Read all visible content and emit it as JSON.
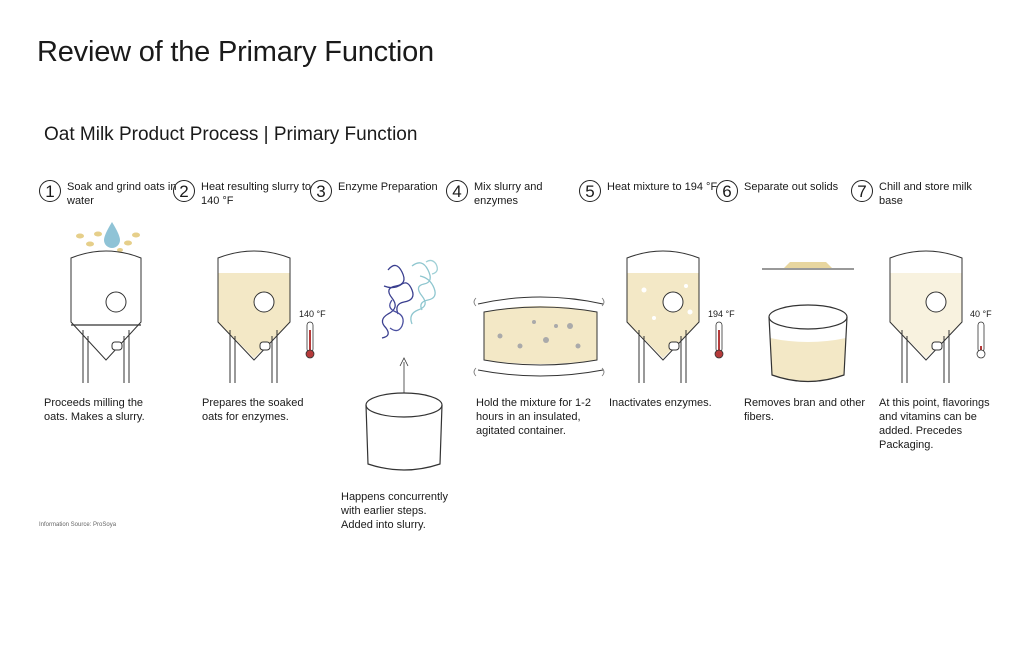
{
  "title": "Review of the Primary Function",
  "subtitle": "Oat Milk Product Process | Primary Function",
  "steps": [
    {
      "num": "1",
      "title": "Soak and grind oats in water",
      "desc": "Proceeds milling the oats. Makes a slurry.",
      "temp": ""
    },
    {
      "num": "2",
      "title": "Heat resulting slurry to 140 °F",
      "desc": "Prepares the soaked oats for enzymes.",
      "temp": "140 °F"
    },
    {
      "num": "3",
      "title": "Enzyme Preparation",
      "desc": "Happens concurrently with earlier steps. Added into slurry.",
      "temp": ""
    },
    {
      "num": "4",
      "title": "Mix slurry and enzymes",
      "desc": "Hold the mixture for 1-2 hours in an insulated, agitated container.",
      "temp": ""
    },
    {
      "num": "5",
      "title": "Heat mixture to 194 °F",
      "desc": "Inactivates enzymes.",
      "temp": "194 °F"
    },
    {
      "num": "6",
      "title": "Separate out solids",
      "desc": "Removes bran and other fibers.",
      "temp": ""
    },
    {
      "num": "7",
      "title": "Chill and store milk base",
      "desc": "At this point, flavorings and vitamins can be added. Precedes Packaging.",
      "temp": "40 °F"
    }
  ],
  "source": "Information Source: ProSoya",
  "colors": {
    "slurry": "#f3e8c6",
    "slurry_dark": "#e8d69f",
    "water": "#8fc3d6",
    "oat": "#e6cf8a",
    "thermo": "#b53a3a",
    "enzyme_dark": "#3a3f8f",
    "enzyme_light": "#8ec6cf"
  }
}
